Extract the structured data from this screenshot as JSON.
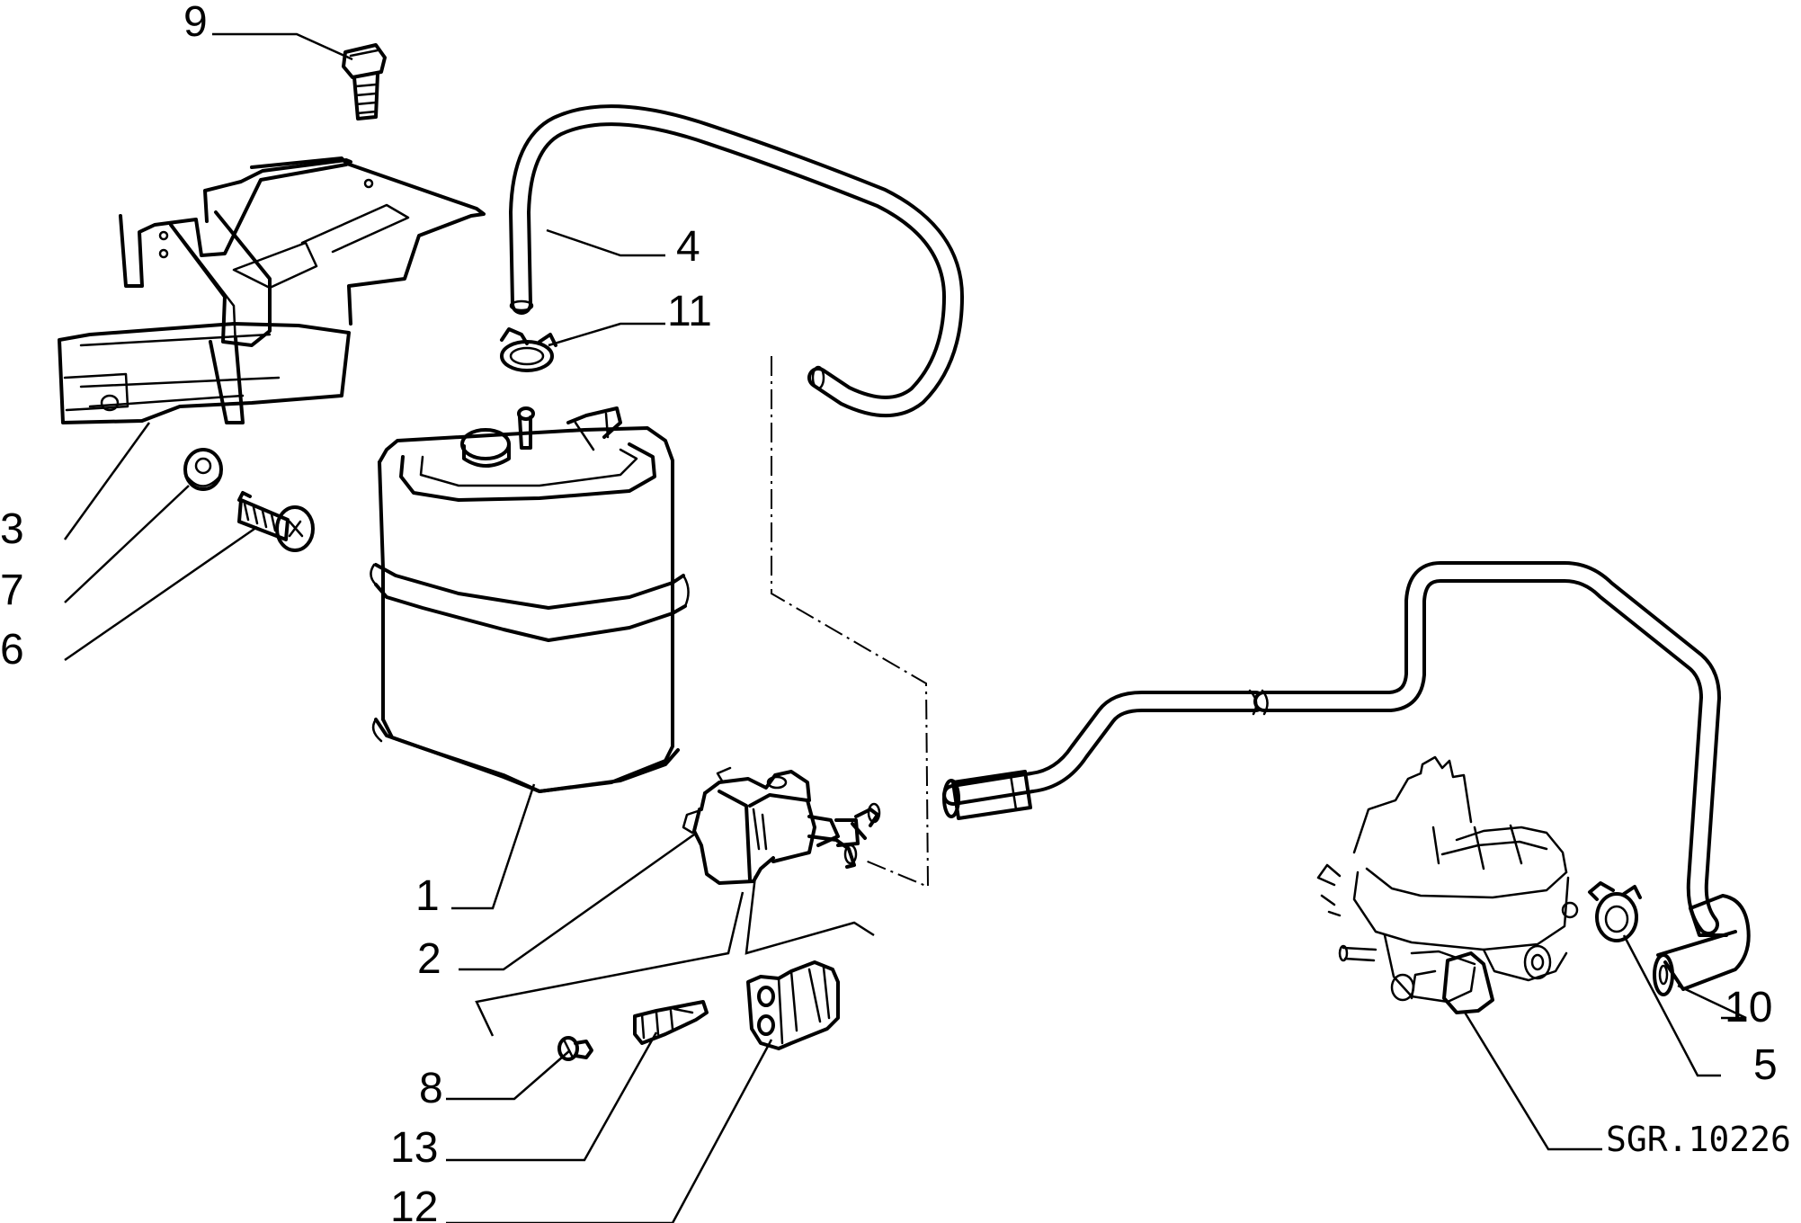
{
  "diagram": {
    "reference_code": "SGR.10226",
    "callouts": [
      {
        "id": "1",
        "text": "1"
      },
      {
        "id": "2",
        "text": "2"
      },
      {
        "id": "3",
        "text": "3"
      },
      {
        "id": "4",
        "text": "4"
      },
      {
        "id": "5",
        "text": "5"
      },
      {
        "id": "6",
        "text": "6"
      },
      {
        "id": "7",
        "text": "7"
      },
      {
        "id": "8",
        "text": "8"
      },
      {
        "id": "9",
        "text": "9"
      },
      {
        "id": "10",
        "text": "10"
      },
      {
        "id": "11",
        "text": "11"
      },
      {
        "id": "12",
        "text": "12"
      },
      {
        "id": "13",
        "text": "13"
      }
    ]
  }
}
